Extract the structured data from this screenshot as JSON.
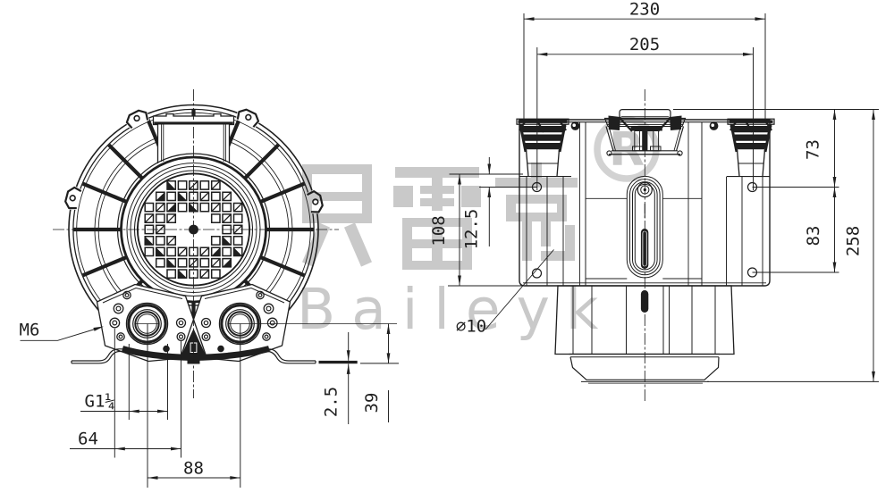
{
  "document": {
    "type": "engineering-drawing",
    "views": [
      "front view",
      "side view"
    ]
  },
  "dims": {
    "overall_width": "230",
    "bolt_span": "205",
    "top_to_hole": "73",
    "hole_spacing": "83",
    "overall_height": "258",
    "flange_plate_height": "108",
    "flange_top_to_hole": "12.5",
    "mount_hole_dia": "⌀10",
    "mount_thread": "M6",
    "port_thread": "G1¼",
    "foot_hole_span": "64",
    "port_span": "88",
    "foot_plate_thickness": "2.5",
    "port_center_to_base": "39"
  },
  "watermark": {
    "cjk": "贝雷克",
    "latin": "Baileyk",
    "reg_letter": "R"
  },
  "colors": {
    "ink": "#1f1f1f",
    "watermark": "#c9c9c9",
    "background": "#ffffff"
  }
}
